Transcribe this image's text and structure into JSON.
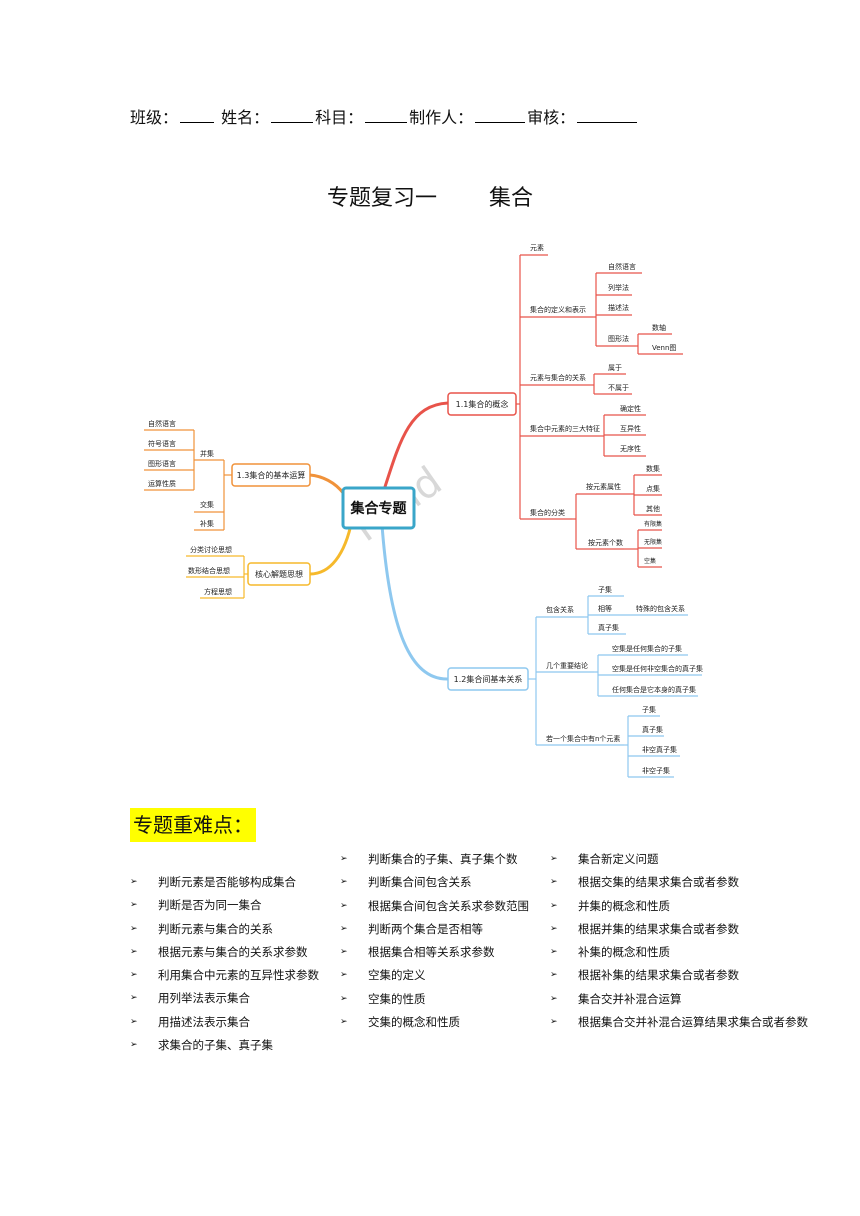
{
  "header": {
    "class_label": "班级：",
    "name_label": "姓名：",
    "subject_label": "科目：",
    "maker_label": "制作人：",
    "reviewer_label": "审核："
  },
  "title": {
    "part1": "专题复习一",
    "part2": "集合"
  },
  "mindmap": {
    "center": "集合专题",
    "watermark": "Mind",
    "b11": "1.1集合的概念",
    "b12": "1.2集合间基本关系",
    "b13": "1.3集合的基本运算",
    "bcore": "核心解题思想",
    "n_yuansu": "元素",
    "n_dingyi": "集合的定义和表示",
    "n_ziran": "自然语言",
    "n_liejufa": "列举法",
    "n_miaoshufa": "描述法",
    "n_tuxingfa": "图形法",
    "n_shuzhou": "数轴",
    "n_venn": "Venn图",
    "n_guanxi": "元素与集合的关系",
    "n_shuyu": "属于",
    "n_bushuyu": "不属于",
    "n_tezheng": "集合中元素的三大特征",
    "n_queding": "确定性",
    "n_huyi": "互异性",
    "n_wuxu": "无序性",
    "n_fenlei": "集合的分类",
    "n_an_shuxing": "按元素属性",
    "n_shuji": "数集",
    "n_dianji": "点集",
    "n_qita": "其他",
    "n_an_geshu": "按元素个数",
    "n_youxian": "有限集",
    "n_wuxian": "无限集",
    "n_kongji": "空集",
    "n_baohan": "包含关系",
    "n_ziji": "子集",
    "n_xiangdeng": "相等",
    "n_teshu": "特殊的包含关系",
    "n_zhenziji": "真子集",
    "n_jielun": "几个重要结论",
    "n_jl1": "空集是任何集合的子集",
    "n_jl2": "空集是任何非空集合的真子集",
    "n_jl3": "任何集合是它本身的真子集",
    "n_ruo": "若一个集合中有n个元素",
    "n_r1": "子集",
    "n_r2": "真子集",
    "n_r3": "非空真子集",
    "n_r4": "非空子集",
    "n_bingji": "并集",
    "n_jiaoji": "交集",
    "n_buji": "补集",
    "n_l1": "自然语言",
    "n_l2": "符号语言",
    "n_l3": "图形语言",
    "n_l4": "运算性质",
    "n_c1": "分类讨论思想",
    "n_c2": "数形结合思想",
    "n_c3": "方程思想"
  },
  "section_title": "专题重难点：",
  "bullet_symbol": "➢",
  "points": {
    "col1": [
      "判断元素是否能够构成集合",
      "判断是否为同一集合",
      "判断元素与集合的关系",
      "根据元素与集合的关系求参数",
      "利用集合中元素的互异性求参数",
      "用列举法表示集合",
      "用描述法表示集合",
      "求集合的子集、真子集"
    ],
    "col2": [
      "判断集合的子集、真子集个数",
      "判断集合间包含关系",
      "根据集合间包含关系求参数范围",
      "判断两个集合是否相等",
      "根据集合相等关系求参数",
      "空集的定义",
      "空集的性质",
      "交集的概念和性质"
    ],
    "col3": [
      "集合新定义问题",
      "根据交集的结果求集合或者参数",
      "并集的概念和性质",
      "根据并集的结果求集合或者参数",
      "补集的概念和性质",
      "根据补集的结果求集合或者参数",
      "集合交并补混合运算",
      "根据集合交并补混合运算结果求集合或者参数"
    ]
  },
  "colors": {
    "red": "#e8534a",
    "orange": "#f0923a",
    "yellow": "#f6b92b",
    "blue": "#8ec8ef",
    "center": "#3aa6c9",
    "highlight": "#ffff00"
  }
}
